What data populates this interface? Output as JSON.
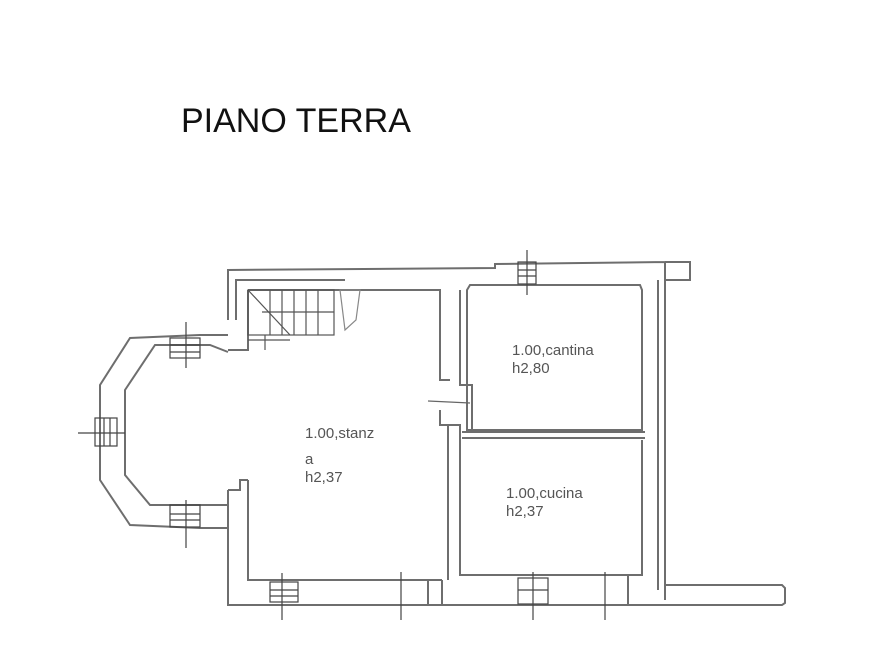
{
  "title": "PIANO TERRA",
  "rooms": [
    {
      "id": "stanza",
      "name_line1": "1.00,stanz",
      "name_line2": "a",
      "height": "h2,37"
    },
    {
      "id": "cantina",
      "name_line1": "1.00,cantina",
      "height": "h2,80"
    },
    {
      "id": "cucina",
      "name_line1": "1.00,cucina",
      "height": "h2,37"
    }
  ],
  "colors": {
    "wall": "#6e6e6e",
    "wall_dark": "#333333",
    "background": "#ffffff"
  }
}
